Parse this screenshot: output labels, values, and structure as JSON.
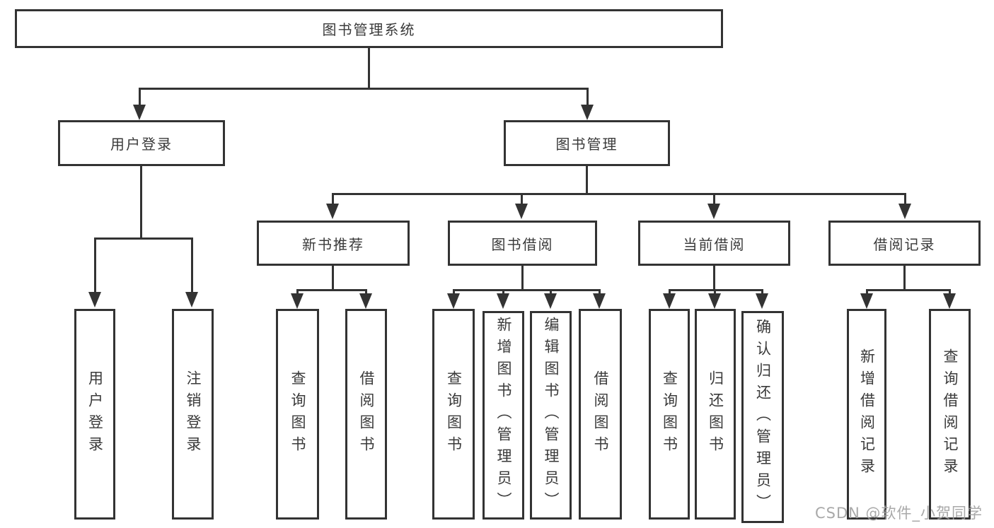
{
  "diagram": {
    "root": {
      "label": "图书管理系统"
    },
    "level2": [
      {
        "label": "用户登录"
      },
      {
        "label": "图书管理"
      }
    ],
    "level3": [
      {
        "label": "新书推荐"
      },
      {
        "label": "图书借阅"
      },
      {
        "label": "当前借阅"
      },
      {
        "label": "借阅记录"
      }
    ],
    "leaves": {
      "user_login": [
        "用户登录",
        "注销登录"
      ],
      "new_books": [
        "查询图书",
        "借阅图书"
      ],
      "book_borrow": [
        "查询图书",
        "新增图书（管理员）",
        "编辑图书（管理员）",
        "借阅图书"
      ],
      "current_borrow": [
        "查询图书",
        "归还图书",
        "确认归还（管理员）"
      ],
      "borrow_records": [
        "新增借阅记录",
        "查询借阅记录"
      ]
    },
    "colors": {
      "line": "#333333",
      "text": "#3a3a3a",
      "box_background": "#ffffff",
      "watermark": "#a0a0a0"
    }
  },
  "watermark": {
    "text": "CSDN @软件_小贺同学"
  }
}
